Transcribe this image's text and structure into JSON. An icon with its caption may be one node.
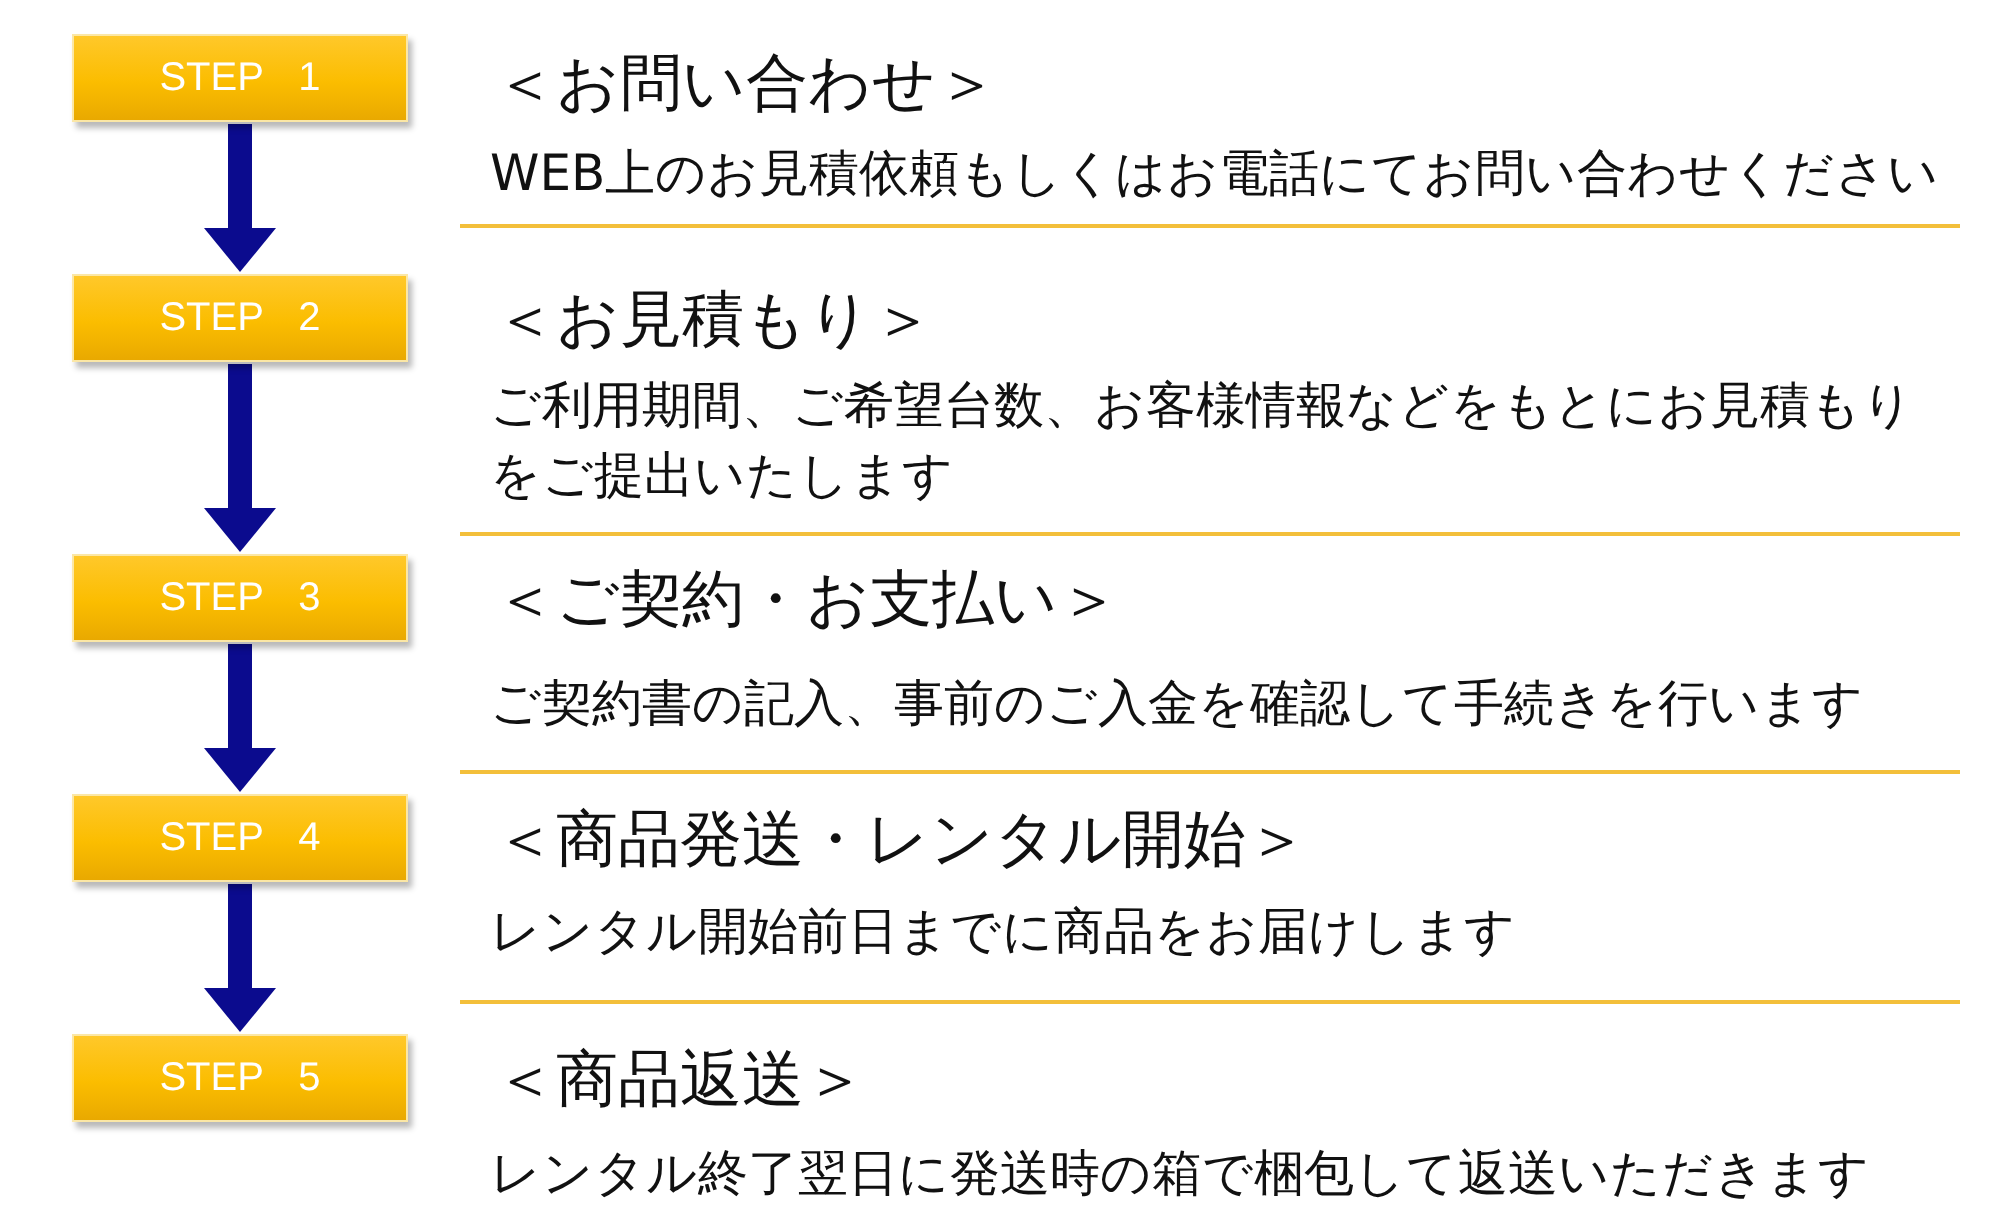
{
  "diagram": {
    "nodes": [
      {
        "text": [
          "STEP 1"
        ],
        "beside": [
          "＜お問い合わせ＞",
          "WEB上のお見積依頼もしくはお電話にてお問い合わせください"
        ]
      },
      {
        "text": [
          "STEP 2"
        ],
        "beside": [
          "＜お見積もり＞",
          "ご利用期間、ご希望台数、お客様情報などをもとにお見積もりをご提出いたします"
        ]
      },
      {
        "text": [
          "STEP 3"
        ],
        "beside": [
          "＜ご契約・お支払い＞",
          "ご契約書の記入、事前のご入金を確認して手続きを行います"
        ]
      },
      {
        "text": [
          "STEP 4"
        ],
        "beside": [
          "＜商品発送・レンタル開始＞",
          "レンタル開始前日までに商品をお届けします"
        ]
      },
      {
        "text": [
          "STEP 5"
        ],
        "beside": [
          "＜商品返送＞",
          "レンタル終了翌日に発送時の箱で梱包して返送いただきます"
        ]
      }
    ],
    "edges": [
      {
        "from": 0,
        "to": 1,
        "arrow": "to"
      },
      {
        "from": 1,
        "to": 2,
        "arrow": "to"
      },
      {
        "from": 2,
        "to": 3,
        "arrow": "to"
      },
      {
        "from": 3,
        "to": 4,
        "arrow": "to"
      }
    ]
  }
}
